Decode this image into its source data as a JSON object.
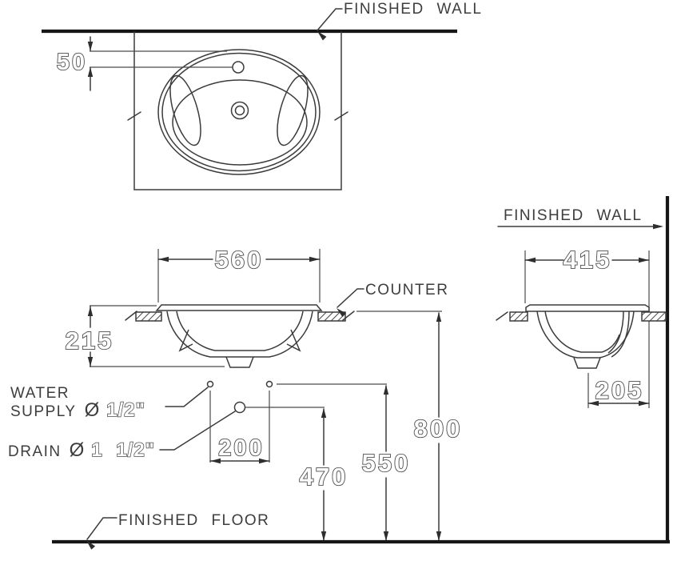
{
  "plan_view": {
    "finished_wall_label": "FINISHED WALL",
    "faucet_offset_dim": "50"
  },
  "front_view": {
    "width_dim": "560",
    "depth_dim": "215",
    "counter_label": "COUNTER",
    "water_supply_label_line1": "WATER",
    "water_supply_label_line2": "SUPPLY",
    "water_supply_diameter_symbol": "Ø",
    "water_supply_size": "1/2\"",
    "drain_label": "DRAIN",
    "drain_diameter_symbol": "Ø",
    "drain_size": "1 1/2\"",
    "supply_spacing_dim": "200",
    "drain_height_dim": "470",
    "supply_height_dim": "550",
    "counter_height_dim": "800",
    "finished_floor_label": "FINISHED FLOOR"
  },
  "side_view": {
    "finished_wall_label": "FINISHED WALL",
    "width_dim": "415",
    "bowl_projection_dim": "205"
  }
}
